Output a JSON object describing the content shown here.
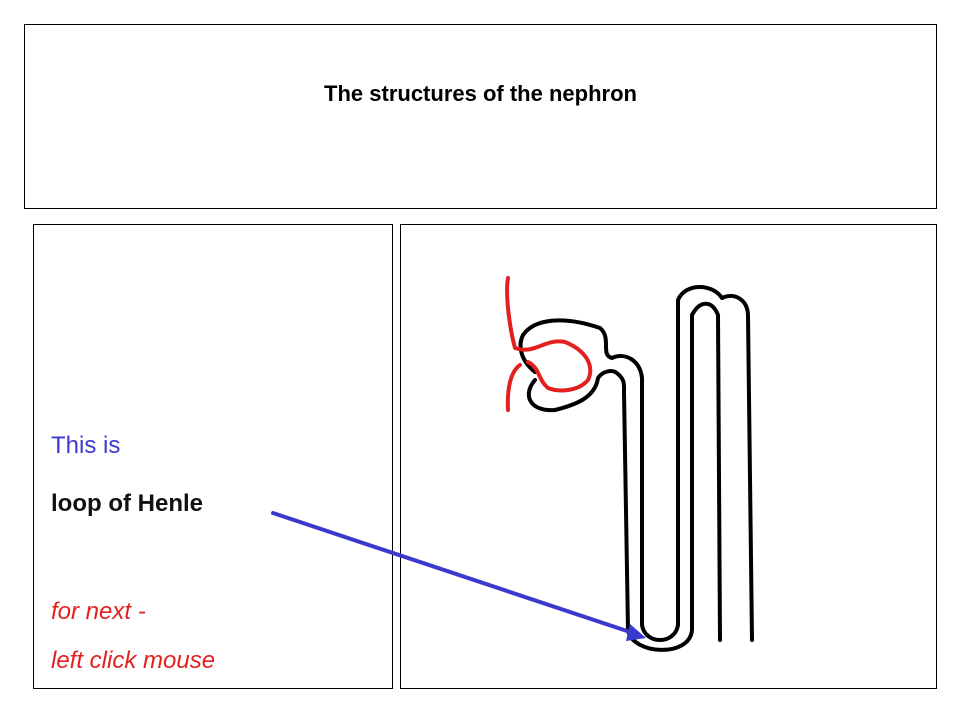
{
  "slide": {
    "title": "The structures of the nephron"
  },
  "caption": {
    "intro": "This is",
    "structure": "loop of Henle",
    "next_line1": "for next -",
    "next_line2": "left click mouse"
  },
  "colors": {
    "intro_text": "#3a3acc",
    "instruction_text": "#e32020",
    "arrow": "#3a3acc",
    "capillary": "#e32020",
    "tubule": "#000000"
  }
}
